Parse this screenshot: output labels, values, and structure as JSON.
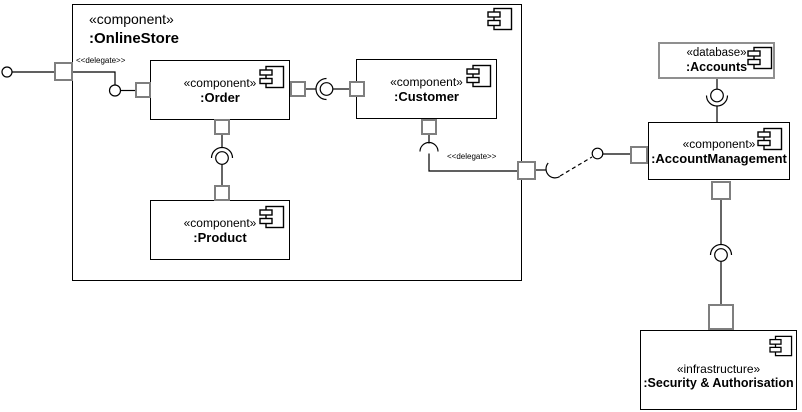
{
  "nodes": {
    "onlinestore": {
      "stereotype": "«component»",
      "name": ":OnlineStore"
    },
    "order": {
      "stereotype": "«component»",
      "name": ":Order"
    },
    "customer": {
      "stereotype": "«component»",
      "name": ":Customer"
    },
    "product": {
      "stereotype": "«component»",
      "name": ":Product"
    },
    "accounts": {
      "stereotype": "«database»",
      "name": ":Accounts"
    },
    "account_management": {
      "stereotype": "«component»",
      "name": ":AccountManagement"
    },
    "security": {
      "stereotype": "«infrastructure»",
      "name": ":Security & Authorisation"
    }
  },
  "edge_labels": {
    "delegate_left": "<<delegate>>",
    "delegate_right": "<<delegate>>"
  },
  "colors": {
    "stroke": "#000000",
    "port_stroke": "#7f7f7f",
    "accounts_border": "#8f8f8f",
    "background": "#ffffff"
  }
}
